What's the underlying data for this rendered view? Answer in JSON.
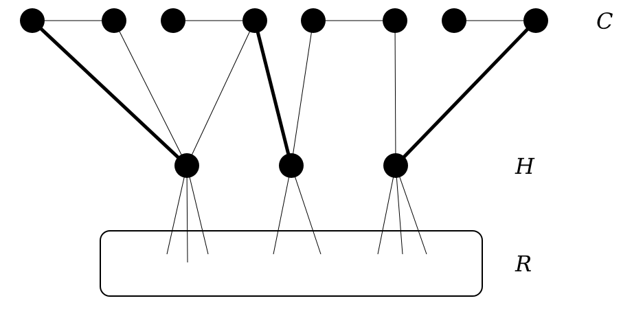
{
  "labels": {
    "c_set": "C",
    "h_set": "H",
    "r_set": "R"
  },
  "colors": {
    "node": "#000000",
    "edge": "#000000",
    "background": "#ffffff"
  },
  "graph": {
    "c_nodes": [
      "c1",
      "c2",
      "c3",
      "c4",
      "c5",
      "c6",
      "c7",
      "c8"
    ],
    "h_nodes": [
      "h1",
      "h2",
      "h3"
    ],
    "c_pair_edges": [
      [
        "c1",
        "c2"
      ],
      [
        "c3",
        "c4"
      ],
      [
        "c5",
        "c6"
      ],
      [
        "c7",
        "c8"
      ]
    ],
    "thick_edges": [
      [
        "c1",
        "h1"
      ],
      [
        "c4",
        "h2"
      ],
      [
        "c8",
        "h3"
      ]
    ],
    "thin_edges": [
      [
        "c2",
        "h1"
      ],
      [
        "c4",
        "h1"
      ],
      [
        "c5",
        "h2"
      ],
      [
        "c6",
        "h3"
      ]
    ],
    "h_to_r_stub_counts": {
      "h1": 3,
      "h2": 2,
      "h3": 3
    }
  }
}
